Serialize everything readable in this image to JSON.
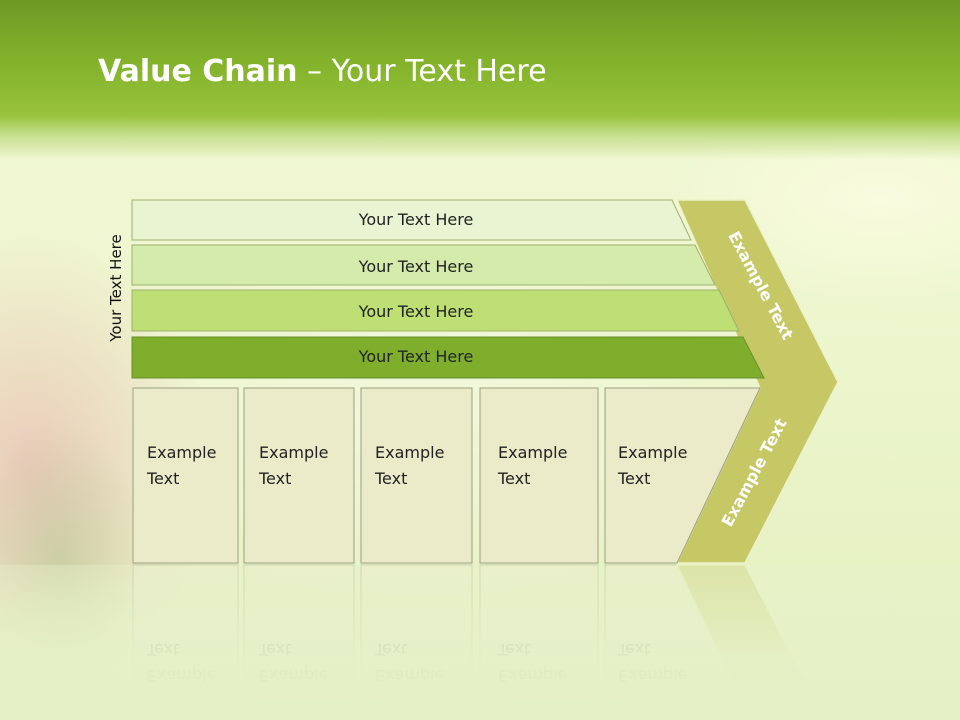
{
  "title": {
    "bold": "Value Chain",
    "rest": " – Your Text Here"
  },
  "vertical_label": "Your Text Here",
  "bands": [
    {
      "label": "Your Text Here",
      "fill": "#e9f4d2"
    },
    {
      "label": "Your Text Here",
      "fill": "#d5ebab"
    },
    {
      "label": "Your Text Here",
      "fill": "#bddf73"
    },
    {
      "label": "Your Text Here",
      "fill": "#7fae2d"
    }
  ],
  "boxes": [
    {
      "line1": "Example",
      "line2": "Text"
    },
    {
      "line1": "Example",
      "line2": "Text"
    },
    {
      "line1": "Example",
      "line2": "Text"
    },
    {
      "line1": "Example",
      "line2": "Text"
    },
    {
      "line1": "Example",
      "line2": "Text"
    }
  ],
  "arrow": {
    "upper_label": "Example Text",
    "lower_label": "Example Text",
    "fill": "#c5c864"
  },
  "colors": {
    "header": "#82b22a",
    "box_fill": "#ebebca",
    "box_border": "#9aa080"
  }
}
